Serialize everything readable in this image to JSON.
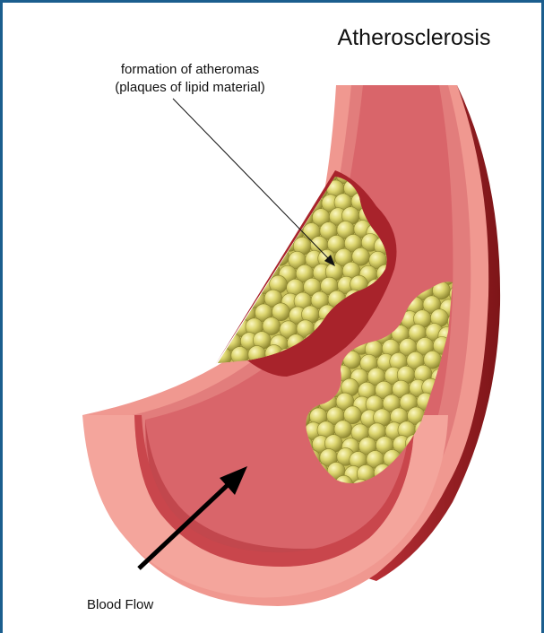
{
  "title": "Atherosclerosis",
  "annotation": {
    "line1": "formation of atheromas",
    "line2": "(plaques of lipid material)"
  },
  "flow_label": "Blood Flow",
  "colors": {
    "frame": "#1b5e8e",
    "lumen": "#d9656a",
    "wall_light": "#f09890",
    "wall_mid": "#e27d7c",
    "wall_dark": "#a8232b",
    "plaque": "#d7d26a",
    "plaque_edge": "#9a9238"
  }
}
